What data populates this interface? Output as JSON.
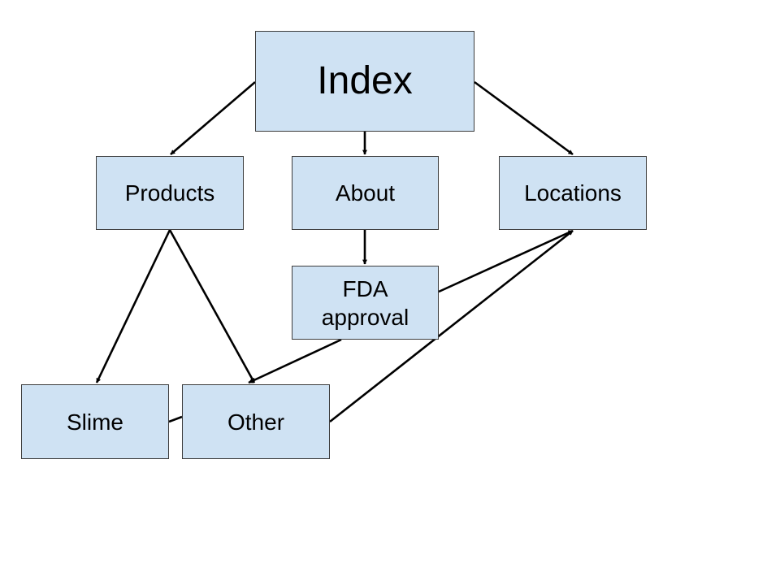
{
  "diagram": {
    "nodes": {
      "index": "Index",
      "products": "Products",
      "about": "About",
      "locations": "Locations",
      "fda": "FDA approval",
      "slime": "Slime",
      "other": "Other"
    },
    "edges": [
      {
        "from": "index",
        "to": "products"
      },
      {
        "from": "index",
        "to": "about"
      },
      {
        "from": "index",
        "to": "locations"
      },
      {
        "from": "products",
        "to": "slime"
      },
      {
        "from": "products",
        "to": "other"
      },
      {
        "from": "about",
        "to": "fda"
      },
      {
        "from": "fda",
        "to": "locations"
      },
      {
        "from": "fda",
        "to": "other"
      },
      {
        "from": "slime",
        "to": "locations"
      }
    ],
    "colors": {
      "node_fill": "#cfe2f3",
      "node_border": "#3c3c3c",
      "edge": "#000000"
    }
  }
}
